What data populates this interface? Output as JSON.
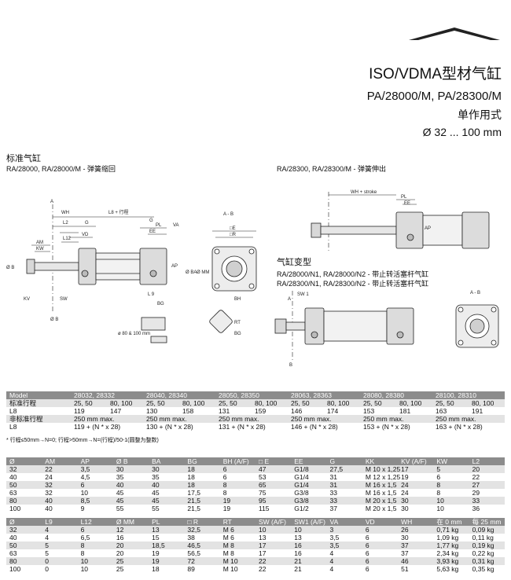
{
  "header": {
    "logo_name": "logo-mark",
    "title": "ISO/VDMA型材气缸",
    "subtitle": "PA/28000/M, PA/28300/M",
    "type_label": "单作用式",
    "range": "Ø 32 ... 100 mm"
  },
  "section_left": {
    "title": "标准气缸",
    "subtitle": "RA/28000, RA/28000/M - 弹簧缩回"
  },
  "section_right": {
    "subtitle": "RA/28300, RA/28300/M - 弹簧伸出"
  },
  "section_variant": {
    "title": "气缸变型",
    "line1": "RA/28000/N1, RA/28000/N2 - 带止转活塞杆气缸",
    "line2": "RA/28300/N1, RA/28300/N2 - 带止转活塞杆气缸"
  },
  "drawing": {
    "label_A": "A",
    "label_B": "Ø B",
    "label_AB": "A - B",
    "label_AB_right": "A - B",
    "label_WH": "WH",
    "label_L8": "L8 + 行程",
    "label_L2": "L2",
    "label_G": "G",
    "label_VD": "VD",
    "label_L12": "L12",
    "label_AM": "AM",
    "label_KW": "KW",
    "label_KV": "KV",
    "label_SW": "SW",
    "label_G2": "G",
    "label_EE": "EE",
    "label_PL": "PL",
    "label_VA": "VA",
    "label_L9": "L 9",
    "label_BG": "BG",
    "label_AP": "AP",
    "label_BA": "Ø BA",
    "label_MM": "Ø MM",
    "label_oE": "□E",
    "label_oR": "□R",
    "label_BH": "BH",
    "label_RT": "RT",
    "label_BG2": "BG",
    "label_80100": "ø 80 & 100 mm",
    "label_WHs": "WH + stroke",
    "label_PL2": "PL",
    "label_EE2": "EE",
    "label_AP2": "AP",
    "label_SW1": "SW 1",
    "label_A2": "A",
    "label_B2": "B"
  },
  "table1": {
    "rows": [
      {
        "label": "Model",
        "cells": [
          "28032, 28332",
          "",
          "28040, 28340",
          "",
          "28050, 28350",
          "",
          "28063, 28363",
          "",
          "28080, 28380",
          "",
          "28100, 28310",
          ""
        ]
      },
      {
        "label": "标准行程",
        "cells": [
          "25, 50",
          "80, 100",
          "25, 50",
          "80, 100",
          "25, 50",
          "80, 100",
          "25, 50",
          "80, 100",
          "25, 50",
          "80, 100",
          "25, 50",
          "80, 100"
        ]
      },
      {
        "label": "L8",
        "cells": [
          "119",
          "147",
          "130",
          "158",
          "131",
          "159",
          "146",
          "174",
          "153",
          "181",
          "163",
          "191"
        ]
      },
      {
        "label": "非标准行程",
        "cells": [
          "250 mm max.",
          "",
          "250 mm max.",
          "",
          "250 mm max.",
          "",
          "250 mm max.",
          "",
          "250 mm max.",
          "",
          "250 mm max.",
          ""
        ]
      },
      {
        "label": "L8",
        "cells": [
          "119 + (N * x 28)",
          "",
          "130 + (N * x 28)",
          "",
          "131 + (N * x 28)",
          "",
          "146 + (N * x 28)",
          "",
          "153 + (N * x 28)",
          "",
          "163 + (N * x 28)",
          ""
        ]
      }
    ]
  },
  "note": "* 行程≤50mm→N=0; 行程>50mm→N=(行程)/50-1(圆整为整数)",
  "table2": {
    "header": [
      "Ø",
      "AM",
      "AP",
      "Ø B",
      "BA",
      "BG",
      "BH (A/F)",
      "□ E",
      "EE",
      "G",
      "KK",
      "KV (A/F)",
      "KW",
      "L2"
    ],
    "rows": [
      [
        "32",
        "22",
        "3,5",
        "30",
        "30",
        "18",
        "6",
        "47",
        "G1/8",
        "27,5",
        "M 10 x 1,25",
        "17",
        "5",
        "20"
      ],
      [
        "40",
        "24",
        "4,5",
        "35",
        "35",
        "18",
        "6",
        "53",
        "G1/4",
        "31",
        "M 12 x 1,25",
        "19",
        "6",
        "22"
      ],
      [
        "50",
        "32",
        "6",
        "40",
        "40",
        "18",
        "8",
        "65",
        "G1/4",
        "31",
        "M 16 x 1,5",
        "24",
        "8",
        "27"
      ],
      [
        "63",
        "32",
        "10",
        "45",
        "45",
        "17,5",
        "8",
        "75",
        "G3/8",
        "33",
        "M 16 x 1,5",
        "24",
        "8",
        "29"
      ],
      [
        "80",
        "40",
        "8,5",
        "45",
        "45",
        "21,5",
        "19",
        "95",
        "G3/8",
        "33",
        "M 20 x 1,5",
        "30",
        "10",
        "33"
      ],
      [
        "100",
        "40",
        "9",
        "55",
        "55",
        "21,5",
        "19",
        "115",
        "G1/2",
        "37",
        "M 20 x 1,5",
        "30",
        "10",
        "36"
      ]
    ]
  },
  "table3": {
    "header": [
      "Ø",
      "L9",
      "L12",
      "Ø MM",
      "PL",
      "□ R",
      "RT",
      "SW (A/F)",
      "SW1 (A/F)",
      "VA",
      "VD",
      "WH",
      "在 0 mm",
      "每 25 mm"
    ],
    "rows": [
      [
        "32",
        "4",
        "6",
        "12",
        "13",
        "32,5",
        "M 6",
        "10",
        "10",
        "3",
        "6",
        "26",
        "0,71 kg",
        "0,09 kg"
      ],
      [
        "40",
        "4",
        "6,5",
        "16",
        "15",
        "38",
        "M 6",
        "13",
        "13",
        "3,5",
        "6",
        "30",
        "1,09 kg",
        "0,11 kg"
      ],
      [
        "50",
        "5",
        "8",
        "20",
        "18,5",
        "46,5",
        "M 8",
        "17",
        "16",
        "3,5",
        "6",
        "37",
        "1,77 kg",
        "0,19 kg"
      ],
      [
        "63",
        "5",
        "8",
        "20",
        "19",
        "56,5",
        "M 8",
        "17",
        "16",
        "4",
        "6",
        "37",
        "2,34 kg",
        "0,22 kg"
      ],
      [
        "80",
        "0",
        "10",
        "25",
        "19",
        "72",
        "M 10",
        "22",
        "21",
        "4",
        "6",
        "46",
        "3,93 kg",
        "0,31 kg"
      ],
      [
        "100",
        "0",
        "10",
        "25",
        "18",
        "89",
        "M 10",
        "22",
        "21",
        "4",
        "6",
        "51",
        "5,63 kg",
        "0,35 kg"
      ]
    ]
  }
}
